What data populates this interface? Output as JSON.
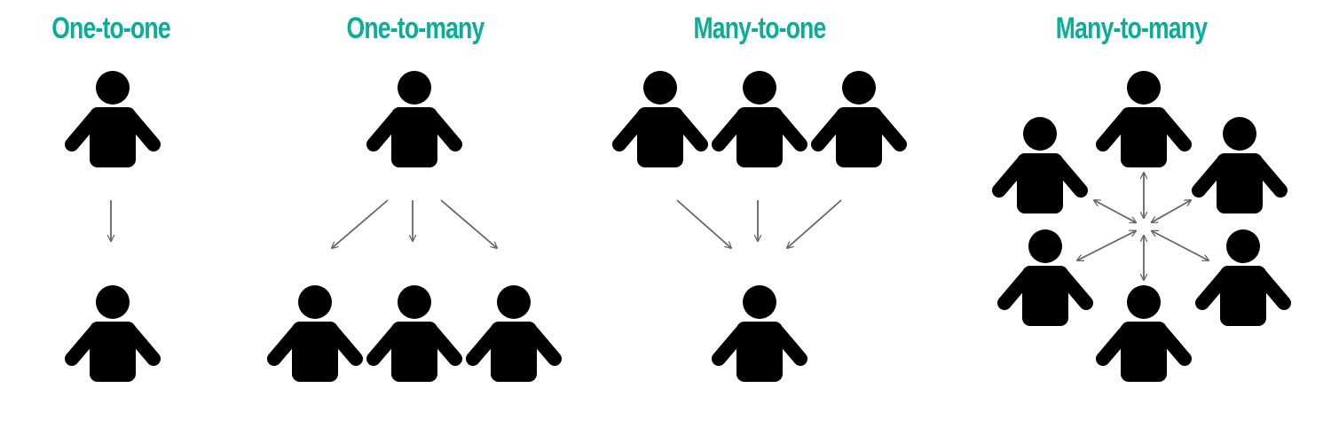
{
  "colors": {
    "title": "#0aad96",
    "person": "#000000",
    "arrow": "#666666"
  },
  "icons": {
    "person": "person-icon",
    "arrow": "arrow-icon"
  },
  "panels": [
    {
      "id": "one-to-one",
      "title": "One-to-one"
    },
    {
      "id": "one-to-many",
      "title": "One-to-many"
    },
    {
      "id": "many-to-one",
      "title": "Many-to-one"
    },
    {
      "id": "many-to-many",
      "title": "Many-to-many"
    }
  ]
}
